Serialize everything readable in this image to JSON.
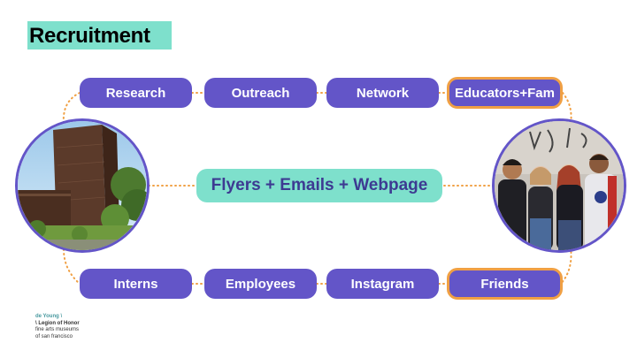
{
  "title": "Recruitment",
  "top_row": [
    "Research",
    "Outreach",
    "Network",
    "Educators+Fam"
  ],
  "bottom_row": [
    "Interns",
    "Employees",
    "Instagram",
    "Friends"
  ],
  "center": "Flyers + Emails + Webpage",
  "logo": {
    "line1": "de Young \\",
    "line2": "\\ Legion of Honor",
    "line3": "fine arts museums",
    "line4": "of san francisco"
  },
  "colors": {
    "pill": "#6355c8",
    "highlight_border": "#f0a044",
    "accent": "#7ee0cc",
    "dots": "#f0a044"
  }
}
